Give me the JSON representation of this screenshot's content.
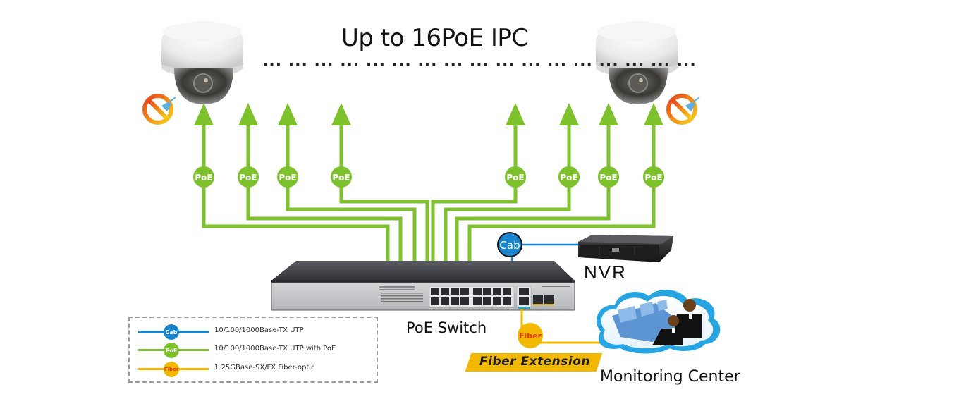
{
  "title": "Up to 16PoE IPC",
  "ellipsis": "··· ··· ··· ··· ··· ··· ··· ··· ··· ··· ··· ··· ··· ··· ··· ··· ···",
  "colors": {
    "poe_green": "#7dc12d",
    "cab_blue": "#1a85cf",
    "fiber_yellow": "#f2b800",
    "fiber_text_red": "#e03a12",
    "switch_dark": "#3d3f44",
    "switch_panel": "#c4c6c8",
    "no_power_red": "#e8401a"
  },
  "nodes": {
    "switch_label": "PoE Switch",
    "nvr_label": "NVR",
    "monitoring_label": "Monitoring Center",
    "fiber_extension_label": "Fiber Extension"
  },
  "badges": {
    "poe": "PoE",
    "cab": "Cab",
    "fiber": "Fiber"
  },
  "poe_port_count_shown": 8,
  "cameras": [
    {
      "name": "dome-camera-left",
      "no_power_adapter": true
    },
    {
      "name": "dome-camera-right",
      "no_power_adapter": true
    }
  ],
  "legend": {
    "items": [
      {
        "badge": "Cab",
        "color": "#1a85cf",
        "text": "10/100/1000Base-TX UTP"
      },
      {
        "badge": "PoE",
        "color": "#7dc12d",
        "text": "10/100/1000Base-TX UTP with PoE"
      },
      {
        "badge": "Fiber",
        "color": "#f2b800",
        "text": "1.25GBase-SX/FX Fiber-optic"
      }
    ]
  }
}
